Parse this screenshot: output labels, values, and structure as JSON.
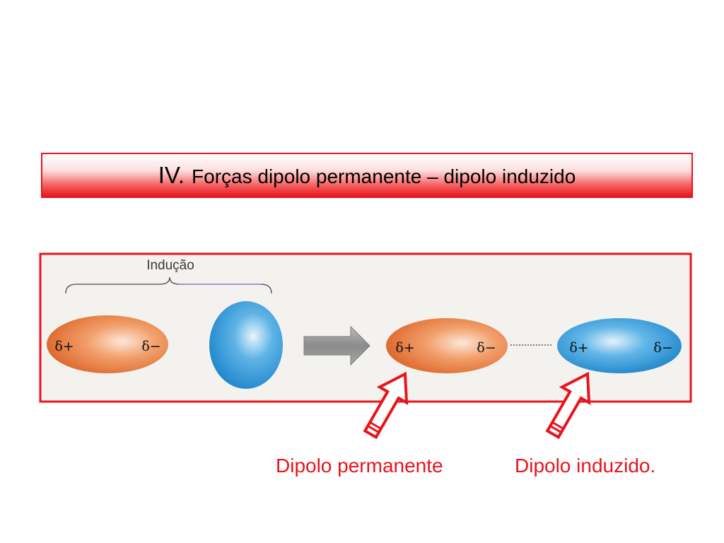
{
  "slide": {
    "title_numeral": "IV.",
    "title_text": "Forças dipolo permanente – dipolo induzido"
  },
  "diagram": {
    "induction_label": "Indução",
    "permanent_dipole_charges": {
      "positive": "δ+",
      "negative": "δ−"
    },
    "induced_dipole_charges": {
      "positive": "δ+",
      "negative": "δ−"
    }
  },
  "callouts": {
    "permanent": "Dipolo permanente",
    "induced": "Dipolo induzido."
  },
  "colors": {
    "frame_red": "#e8141b",
    "permanent_orange": "#e2733a",
    "induced_blue": "#2a93d6",
    "diagram_background": "#f3f2ef"
  },
  "icons": [
    "transition-arrow-icon",
    "pointer-arrow-icon"
  ]
}
